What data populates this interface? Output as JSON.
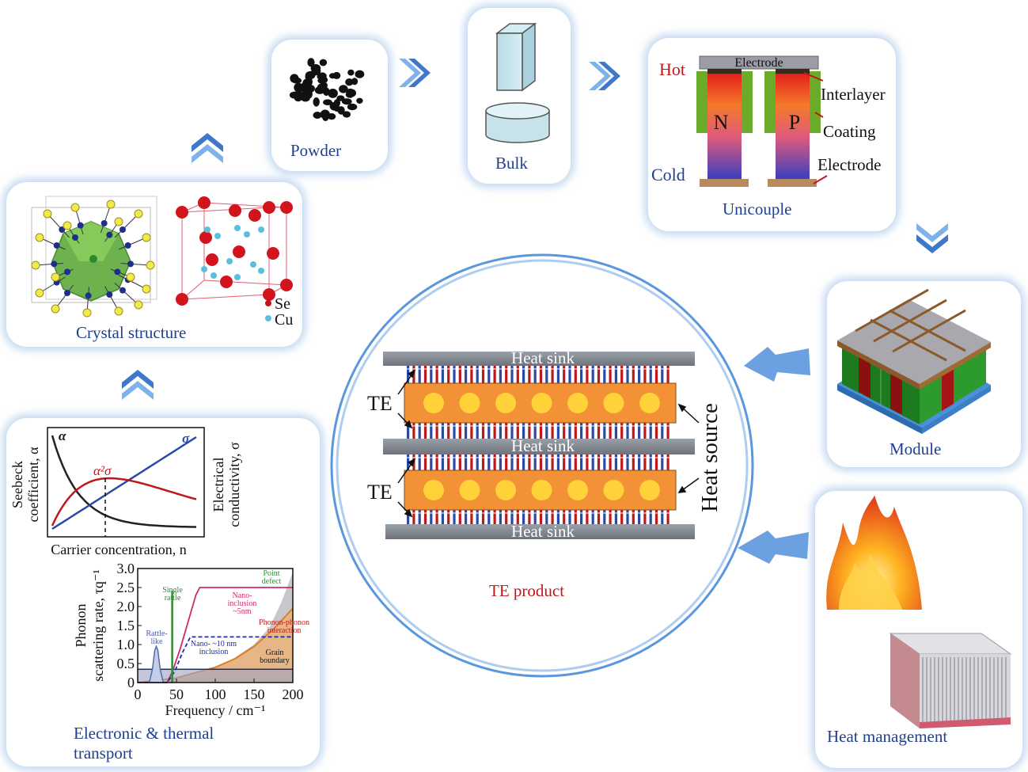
{
  "colors": {
    "card_shadow": "#a5c3ea",
    "caption": "#1f3f8f",
    "arrow_blue": "#3f78c8",
    "red_label": "#c0171b",
    "ring": "#5b97dd"
  },
  "powder": {
    "caption": "Powder"
  },
  "bulk": {
    "caption": "Bulk"
  },
  "unicouple": {
    "caption": "Unicouple",
    "hot": "Hot",
    "cold": "Cold",
    "electrode_top": "Electrode",
    "n": "N",
    "p": "P",
    "interlayer": "Interlayer",
    "coating": "Coating",
    "electrode_bottom": "Electrode"
  },
  "crystal": {
    "caption": "Crystal structure",
    "legend_se": "Se",
    "legend_cu": "Cu"
  },
  "module": {
    "caption": "Module"
  },
  "heat_management": {
    "caption": "Heat management"
  },
  "te_product": {
    "caption": "TE product",
    "heat_sink": "Heat sink",
    "te": "TE",
    "heat_source": "Heat source"
  },
  "transport": {
    "caption_line1": "Electronic & thermal",
    "caption_line2": "transport"
  },
  "chart_data": [
    {
      "type": "line",
      "title": "",
      "xlabel": "Carrier concentration, n",
      "ylabel_left_line1": "Seebeck",
      "ylabel_left_line2": "coefficient, α",
      "ylabel_right_line1": "Electrical",
      "ylabel_right_line2": "conductivity, σ",
      "series": [
        {
          "name": "α",
          "color": "#222222"
        },
        {
          "name": "σ",
          "color": "#2b4aa8"
        },
        {
          "name": "α²σ",
          "color": "#c0171b"
        }
      ]
    },
    {
      "type": "line",
      "title": "",
      "xlabel": "Frequency / cm⁻¹",
      "ylabel_line1": "Phonon",
      "ylabel_line2": "scattering rate, τq⁻¹",
      "xlim": [
        0,
        200
      ],
      "ylim": [
        0,
        3
      ],
      "x_ticks": [
        "0",
        "50",
        "100",
        "150",
        "200"
      ],
      "y_ticks": [
        "0",
        "0.5",
        "1.0",
        "1.5",
        "2.0",
        "2.5",
        "3.0"
      ],
      "annotations": [
        "Point defect",
        "Single rattle",
        "Nano- inclusion ~5nm",
        "Rattle- like",
        "Phonon-phonon interaction",
        "Nano- ~10 nm inclusion",
        "Grain boundary"
      ],
      "series": [
        {
          "name": "Point defect",
          "x": [
            0,
            25,
            50,
            75,
            100,
            125,
            150,
            170,
            185,
            200
          ],
          "y": [
            0,
            0.02,
            0.08,
            0.2,
            0.38,
            0.65,
            1.0,
            1.45,
            2.1,
            2.9
          ]
        },
        {
          "name": "Phonon-phonon interaction",
          "x": [
            0,
            50,
            100,
            125,
            150,
            175,
            200
          ],
          "y": [
            0,
            0.12,
            0.4,
            0.62,
            0.95,
            1.4,
            1.95
          ]
        },
        {
          "name": "Nano-inclusion ~5nm",
          "x": [
            0,
            38,
            45,
            55,
            65,
            75,
            80,
            200
          ],
          "y": [
            0,
            0,
            0.3,
            0.9,
            1.6,
            2.3,
            2.5,
            2.5
          ]
        },
        {
          "name": "Nano-inclusion ~10 nm",
          "x": [
            0,
            38,
            48,
            58,
            68,
            200
          ],
          "y": [
            0,
            0,
            0.3,
            0.8,
            1.2,
            1.2
          ]
        },
        {
          "name": "Grain boundary",
          "x": [
            0,
            200
          ],
          "y": [
            0.35,
            0.35
          ]
        },
        {
          "name": "Rattle-like",
          "x": [
            15,
            19,
            22,
            24,
            26,
            29,
            33
          ],
          "y": [
            0,
            0.35,
            0.85,
            0.95,
            0.85,
            0.35,
            0
          ]
        },
        {
          "name": "Single rattle",
          "x": [
            44,
            44,
            45,
            45
          ],
          "y": [
            0,
            2.4,
            2.4,
            0
          ]
        }
      ]
    }
  ]
}
